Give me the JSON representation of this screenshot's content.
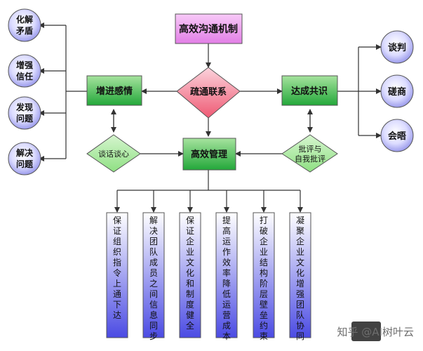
{
  "top_box": "高效沟通机制",
  "center_diamond": "疏通联系",
  "left_box": "增进感情",
  "right_box": "达成共识",
  "bottom_box": "高效管理",
  "left_diamond": "谈话谈心",
  "right_diamond_line1": "批评与",
  "right_diamond_line2": "自我批评",
  "left_circles": [
    {
      "l1": "化解",
      "l2": "矛盾"
    },
    {
      "l1": "增强",
      "l2": "信任"
    },
    {
      "l1": "发现",
      "l2": "问题"
    },
    {
      "l1": "解决",
      "l2": "问题"
    }
  ],
  "right_circles": [
    "谈判",
    "磋商",
    "会晤"
  ],
  "columns": [
    "保证组织指令上通下达",
    "解决团队成员之间信息同步",
    "保证企业文化和制度健全",
    "提高运作效率降低运营成本",
    "打破企业结构阶层壁垒约束",
    "凝聚企业文化增强团队协同"
  ],
  "watermark": "知乎 @AI树叶云"
}
